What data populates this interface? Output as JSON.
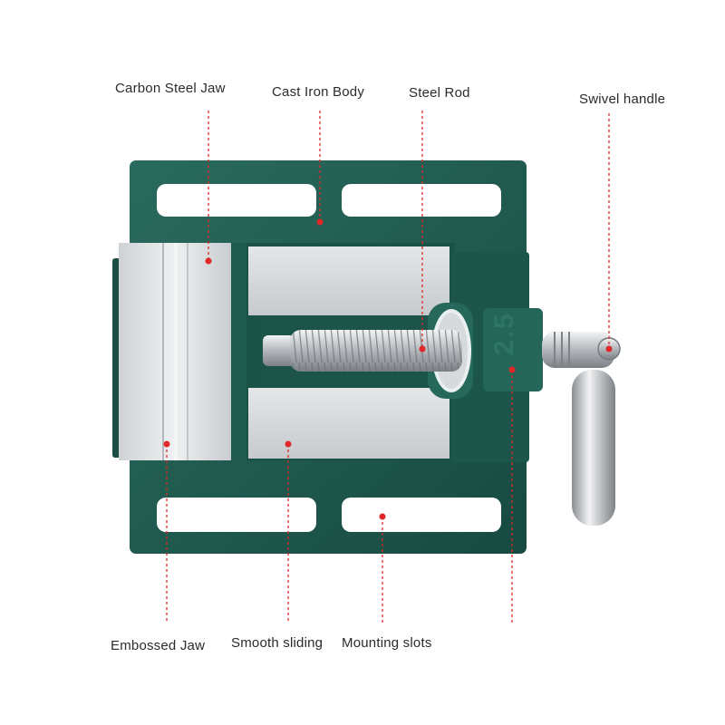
{
  "labels": {
    "carbon_steel_jaw": "Carbon Steel Jaw",
    "cast_iron_body": "Cast Iron Body",
    "steel_rod": "Steel Rod",
    "swivel_handle": "Swivel handle",
    "embossed_jaw": "Embossed Jaw",
    "smooth_sliding": "Smooth sliding",
    "mounting_slots": "Mounting slots"
  },
  "body_marking": "2.5",
  "colors": {
    "body": "#1f5a4f",
    "jaw": "#d9dbdd",
    "rod": "#bfc3c6",
    "leader": "#e02828"
  }
}
